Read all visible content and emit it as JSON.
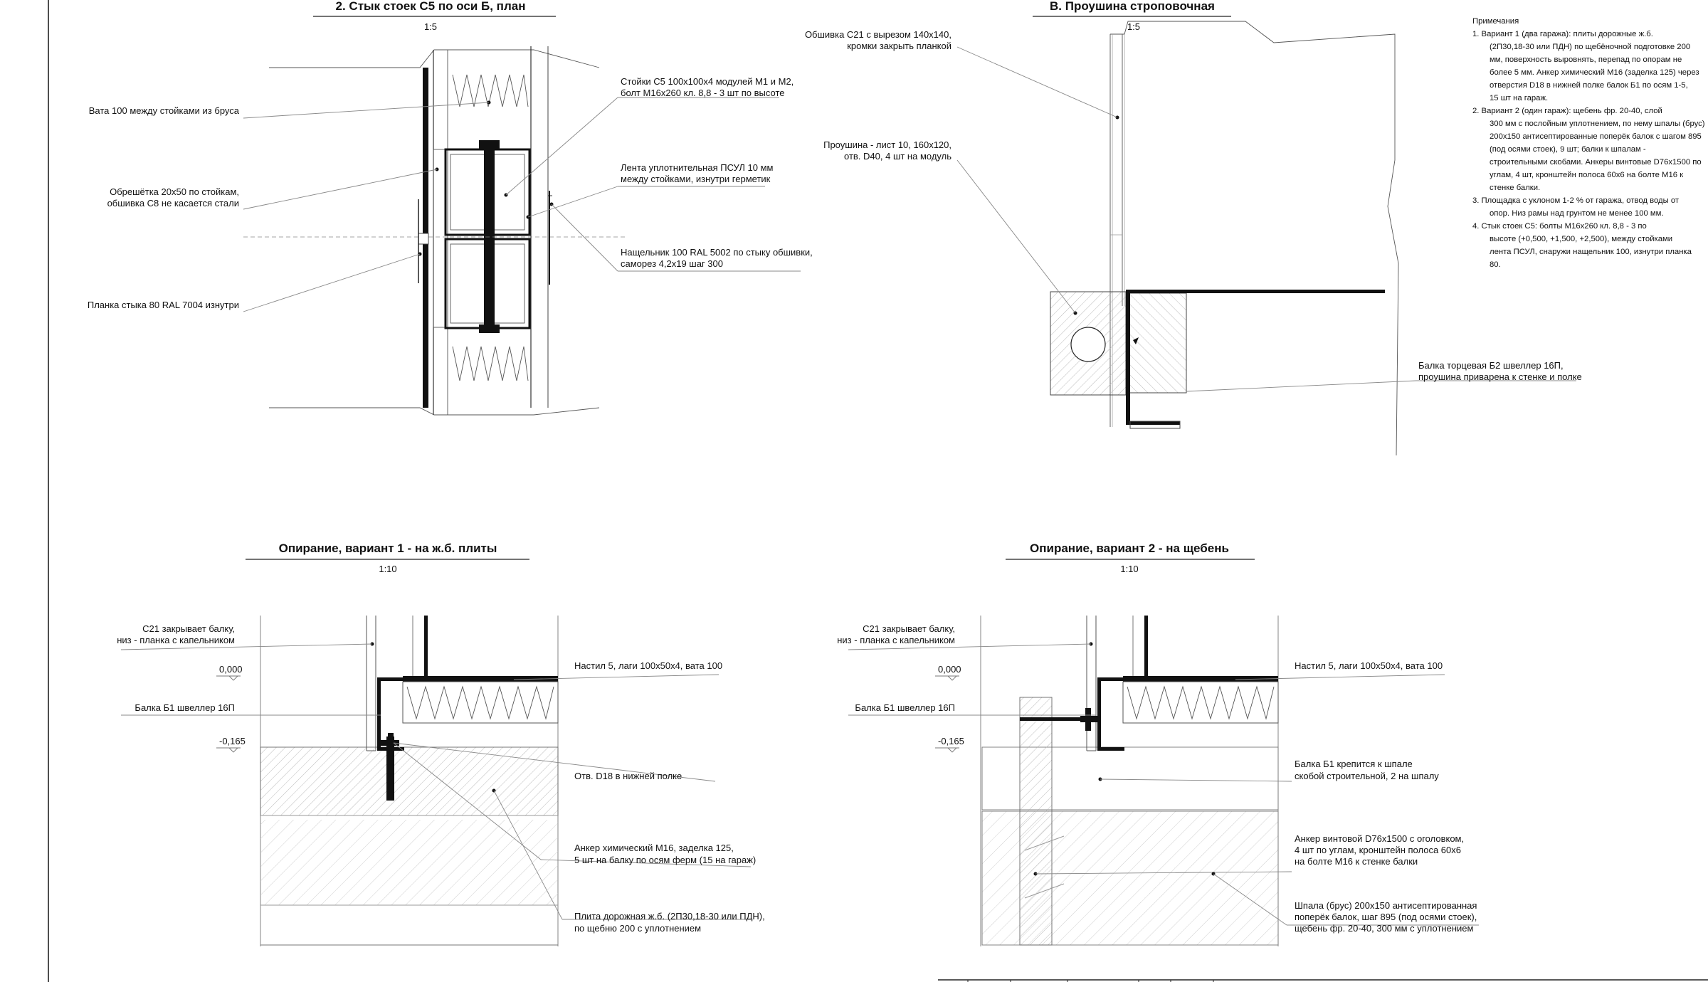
{
  "sheet": {
    "title_block_label": "drawing sheet frame and title block"
  },
  "view_2": {
    "title": "2. Стык стоек С5 по оси Б, план",
    "scale": "1:5",
    "labels": [
      {
        "l1": "Вата 100 между стойками из бруса",
        "l2": ""
      },
      {
        "l1": "Обрешётка 20х50 по стойкам,",
        "l2": "обшивка С8 не касается стали"
      },
      {
        "l1": "Планка стыка 80 RAL 7004 изнутри",
        "l2": ""
      },
      {
        "l1": "Стойки С5 100х100х4 модулей М1 и М2,",
        "l2": "болт М16х260 кл. 8,8 - 3 шт по высоте"
      },
      {
        "l1": "Лента уплотнительная ПСУЛ 10 мм",
        "l2": "между стойками, изнутри герметик"
      },
      {
        "l1": "Нащельник 100 RAL 5002 по стыку обшивки,",
        "l2": "саморез 4,2х19 шаг 300"
      }
    ]
  },
  "view_v": {
    "title": "В. Проушина строповочная",
    "scale": "1:5",
    "labels": [
      {
        "l1": "Обшивка С21 с вырезом 140х140,",
        "l2": "кромки закрыть планкой"
      },
      {
        "l1": "Проушина - лист 10, 160х120,",
        "l2": "отв. D40, 4 шт на модуль"
      },
      {
        "l1": "Балка торцевая Б2 швеллер 16П,",
        "l2": "проушина приварена к стенке и полке"
      }
    ]
  },
  "notes": {
    "heading": "Примечания",
    "lines": [
      "1. Вариант 1 (два гаража): плиты дорожные ж.б.",
      "(2П30,18-30 или ПДН) по щебёночной подготовке 200",
      "мм, поверхность выровнять, перепад по опорам не",
      "более 5 мм. Анкер химический М16 (заделка 125) через",
      "отверстия D18 в нижней полке балок Б1 по осям 1-5,",
      "15 шт на гараж.",
      "2. Вариант 2 (один гараж): щебень фр. 20-40, слой",
      "300 мм с послойным уплотнением, по нему шпалы (брус)",
      "200х150 антисептированные поперёк балок с шагом 895",
      "(под осями стоек), 9 шт; балки к шпалам -",
      "строительными скобами. Анкеры винтовые D76х1500 по",
      "углам, 4 шт, кронштейн полоса 60х6 на болте М16 к",
      "стенке балки.",
      "3. Площадка с уклоном 1-2 % от гаража, отвод воды от",
      "опор. Низ рамы над грунтом не менее 100 мм.",
      "4. Стык стоек С5: болты М16х260 кл. 8,8 - 3 по",
      "высоте (+0,500, +1,500, +2,500), между стойками",
      "лента ПСУЛ, снаружи нащельник 100, изнутри планка",
      "80."
    ]
  },
  "view_s1": {
    "title": "Опирание, вариант 1 - на ж.б. плиты",
    "scale": "1:10",
    "level_top": "0,000",
    "level_bottom": "-0,165",
    "labels": [
      {
        "l1": "С21 закрывает балку,",
        "l2": "низ - планка с капельником"
      },
      {
        "l1": "Балка Б1 швеллер 16П",
        "l2": ""
      },
      {
        "l1": "Настил 5, лаги 100х50х4, вата 100",
        "l2": ""
      },
      {
        "l1": "Отв. D18 в нижней полке",
        "l2": ""
      },
      {
        "l1": "Анкер химический М16, заделка 125,",
        "l2": "5 шт на балку по осям ферм (15 на гараж)"
      },
      {
        "l1": "Плита дорожная ж.б. (2П30,18-30 или ПДН),",
        "l2": "по щебню 200 с уплотнением"
      }
    ]
  },
  "view_s2": {
    "title": "Опирание, вариант 2 - на щебень",
    "scale": "1:10",
    "level_top": "0,000",
    "level_bottom": "-0,165",
    "labels": [
      {
        "l1": "С21 закрывает балку,",
        "l2": "низ - планка с капельником"
      },
      {
        "l1": "Балка Б1 швеллер 16П",
        "l2": ""
      },
      {
        "l1": "Настил 5, лаги 100х50х4, вата 100",
        "l2": ""
      },
      {
        "l1": "Балка Б1 крепится к шпале",
        "l2": "скобой строительной, 2 на шпалу"
      },
      {
        "l1": "Анкер винтовой D76х1500 с оголовком,",
        "l2": "4 шт по углам, кронштейн полоса 60х6",
        "l3": "на болте М16 к стенке балки"
      },
      {
        "l1": "Шпала (брус) 200х150 антисептированная",
        "l2": "поперёк балок, шаг 895 (под осями стоек),",
        "l3": "щебень фр. 20-40, 300 мм с уплотнением"
      }
    ]
  }
}
